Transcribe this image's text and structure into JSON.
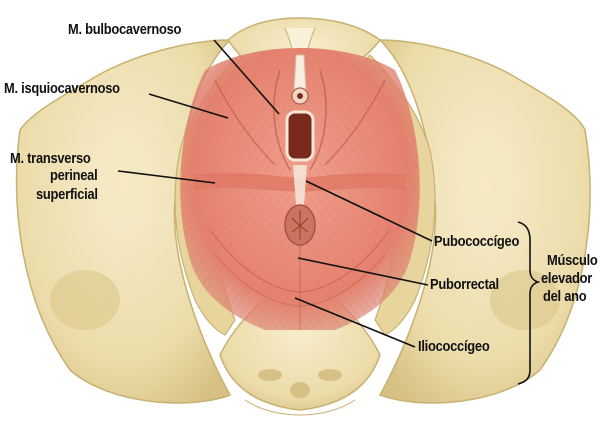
{
  "diagram": {
    "labels": {
      "bulbocavernoso": "M. bulbocavernoso",
      "isquiocavernoso": "M. isquiocavernoso",
      "transverso_line1": "M. transverso",
      "transverso_line2": "perineal",
      "transverso_line3": "superficial",
      "pubococcigeo": "Pubococcígeo",
      "puborrectal": "Puborrectal",
      "iliococcigeo": "Iliococcígeo",
      "group_line1": "Músculo",
      "group_line2": "elevador",
      "group_line3": "del ano"
    },
    "colors": {
      "bone": "#efe2b4",
      "bone_shadow": "#d8c487",
      "muscle": "#e88b78",
      "muscle_dark": "#cf6a58",
      "orifice": "#7a2a1c",
      "leader_line": "#111111"
    }
  }
}
